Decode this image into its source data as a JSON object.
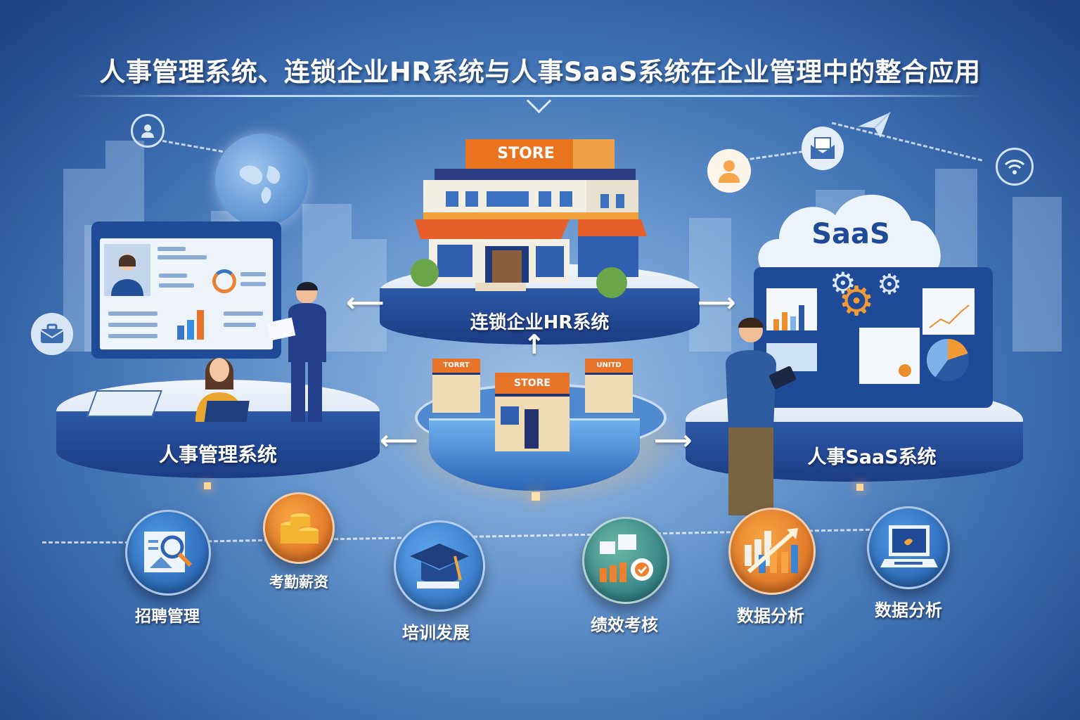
{
  "title": "人事管理系统、连锁企业HR系统与人事SaaS系统在企业管理中的整合应用",
  "colors": {
    "navy": "#1c3c86",
    "blue": "#2c58a6",
    "orange": "#e8742a",
    "teal": "#2f8b86",
    "light": "#eef3fa"
  },
  "platforms": {
    "left": {
      "label": "人事管理系统",
      "icon": "hr-monitor-office-scene"
    },
    "center_top": {
      "label": "连锁企业HR系统",
      "icon": "store-building",
      "sign": "STORE"
    },
    "right": {
      "label": "人事SaaS系统",
      "icon": "saas-cloud-dashboard",
      "cloud_text": "SaaS"
    },
    "center_hub": {
      "icon": "store-cluster-hub",
      "store_signs": [
        "TORRT",
        "STORE",
        "UNITD"
      ]
    }
  },
  "features": [
    {
      "label": "招聘管理",
      "icon": "recruitment-search-icon",
      "color": "#2c6fc4"
    },
    {
      "label": "考勤薪资",
      "icon": "coins-icon",
      "color": "#e27b22"
    },
    {
      "label": "培训发展",
      "icon": "graduation-cap-icon",
      "color": "#2f79cc"
    },
    {
      "label": "绩效考核",
      "icon": "performance-chart-check-icon",
      "color": "#2f8b86"
    },
    {
      "label": "数据分析",
      "icon": "growth-chart-icon",
      "color": "#e27b22"
    },
    {
      "label": "数据分析",
      "icon": "laptop-analytics-icon",
      "color": "#2c6fc4"
    }
  ],
  "floating_icons": [
    "user-icon",
    "globe-icon",
    "briefcase-icon",
    "user-orange-icon",
    "mail-icon",
    "paper-plane-icon",
    "wifi-icon"
  ]
}
